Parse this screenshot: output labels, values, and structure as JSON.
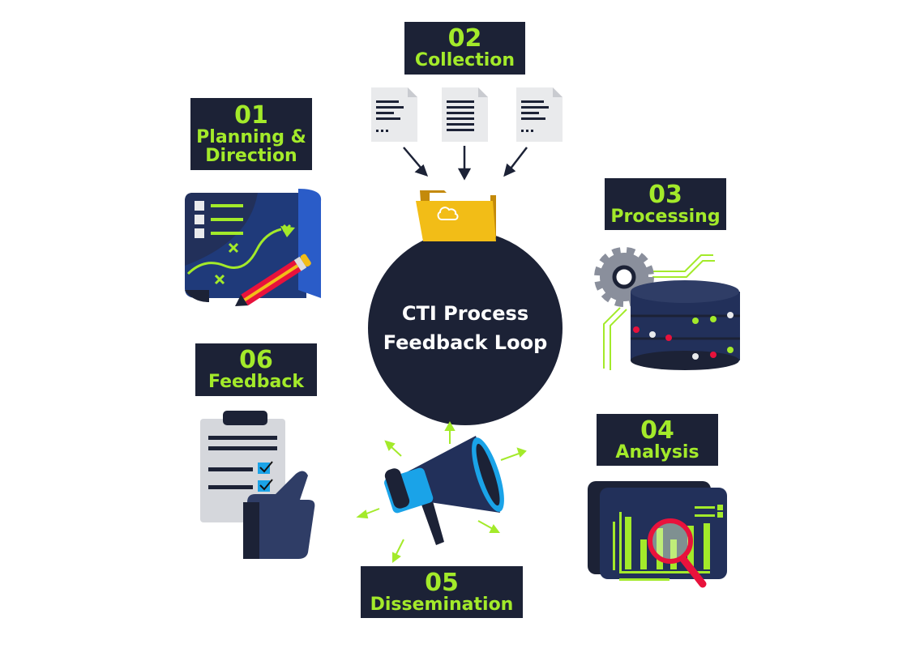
{
  "center": {
    "line1": "CTI Process",
    "line2": "Feedback Loop"
  },
  "steps": [
    {
      "num": "01",
      "title_line1": "Planning &",
      "title_line2": "Direction"
    },
    {
      "num": "02",
      "title": "Collection"
    },
    {
      "num": "03",
      "title": "Processing"
    },
    {
      "num": "04",
      "title": "Analysis"
    },
    {
      "num": "05",
      "title": "Dissemination"
    },
    {
      "num": "06",
      "title": "Feedback"
    }
  ],
  "colors": {
    "dark": "#1c2236",
    "accent": "#a3ea2a",
    "red": "#e8123c",
    "blue": "#1aa3e8",
    "folder": "#f2bd17"
  }
}
